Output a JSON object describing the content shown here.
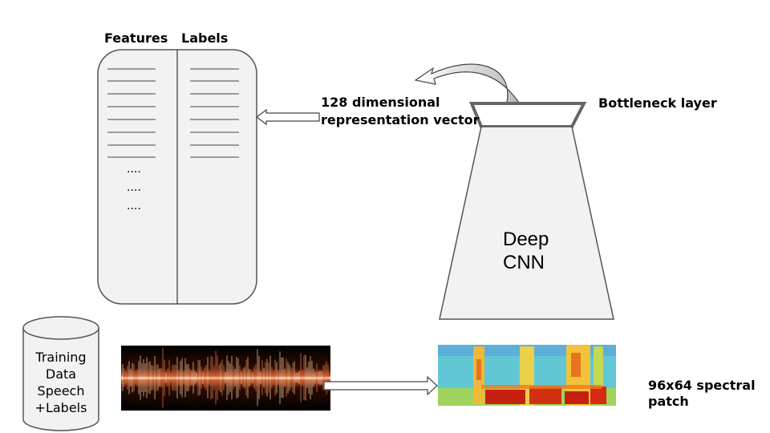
{
  "table": {
    "features_header": "Features",
    "labels_header": "Labels",
    "ellipsis": [
      "....",
      "....",
      "...."
    ]
  },
  "representation": {
    "line1": "128 dimensional",
    "line2": "representation vector"
  },
  "bottleneck": {
    "label": "Bottleneck layer"
  },
  "cnn": {
    "line1": "Deep",
    "line2": "CNN"
  },
  "database": {
    "lines": [
      "Training",
      "Data",
      "Speech",
      "+Labels"
    ]
  },
  "spectral": {
    "line1": "96x64 spectral",
    "line2": "patch"
  }
}
